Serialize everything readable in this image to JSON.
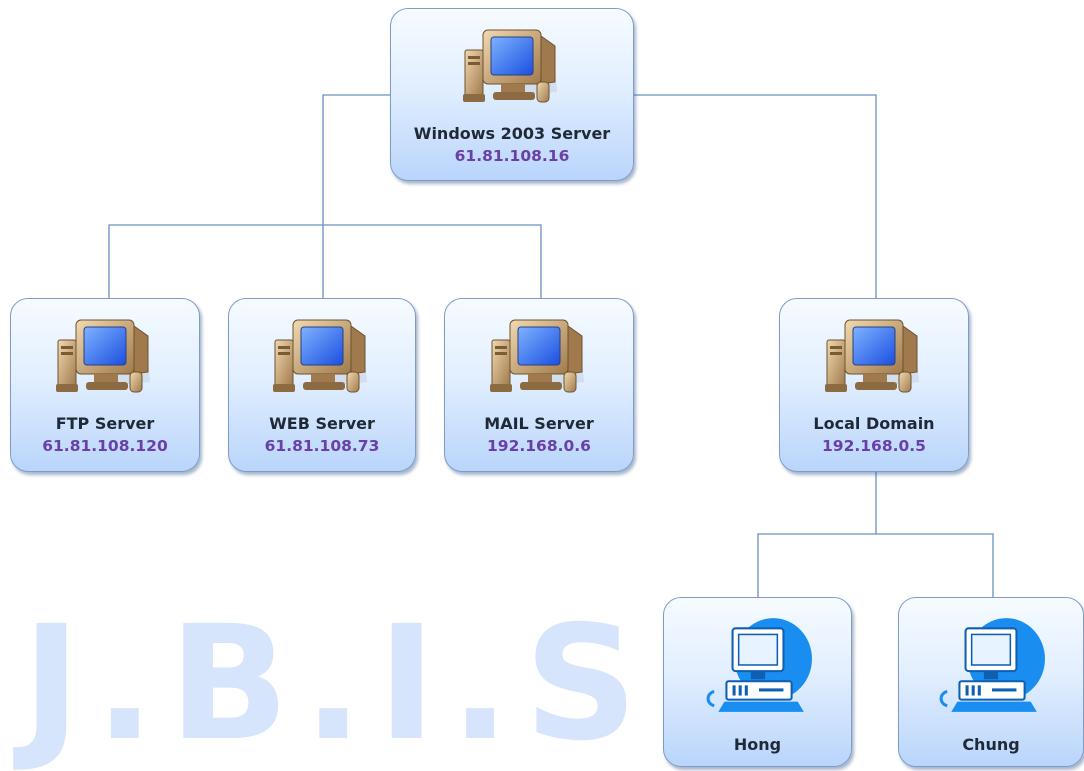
{
  "watermark": {
    "text": "J.B.I.S",
    "color": "#d6e5fb"
  },
  "colors": {
    "line": "#6b8fc4",
    "ip": "#6b3fa8",
    "client_icon": "#1a8ef0"
  },
  "nodes": {
    "root": {
      "name": "Windows 2003 Server",
      "ip": "61.81.108.16",
      "icon": "desktop-computer-icon"
    },
    "ftp": {
      "name": "FTP Server",
      "ip": "61.81.108.120",
      "icon": "desktop-computer-icon"
    },
    "web": {
      "name": "WEB Server",
      "ip": "61.81.108.73",
      "icon": "desktop-computer-icon"
    },
    "mail": {
      "name": "MAIL Server",
      "ip": "192.168.0.6",
      "icon": "desktop-computer-icon"
    },
    "local": {
      "name": "Local Domain",
      "ip": "192.168.0.5",
      "icon": "desktop-computer-icon"
    },
    "hong": {
      "name": "Hong",
      "icon": "workstation-icon"
    },
    "chung": {
      "name": "Chung",
      "icon": "workstation-icon"
    }
  },
  "edges": [
    {
      "from": "Windows 2003 Server",
      "to": "FTP Server"
    },
    {
      "from": "Windows 2003 Server",
      "to": "WEB Server"
    },
    {
      "from": "Windows 2003 Server",
      "to": "MAIL Server"
    },
    {
      "from": "Windows 2003 Server",
      "to": "Local Domain"
    },
    {
      "from": "Local Domain",
      "to": "Hong"
    },
    {
      "from": "Local Domain",
      "to": "Chung"
    }
  ]
}
